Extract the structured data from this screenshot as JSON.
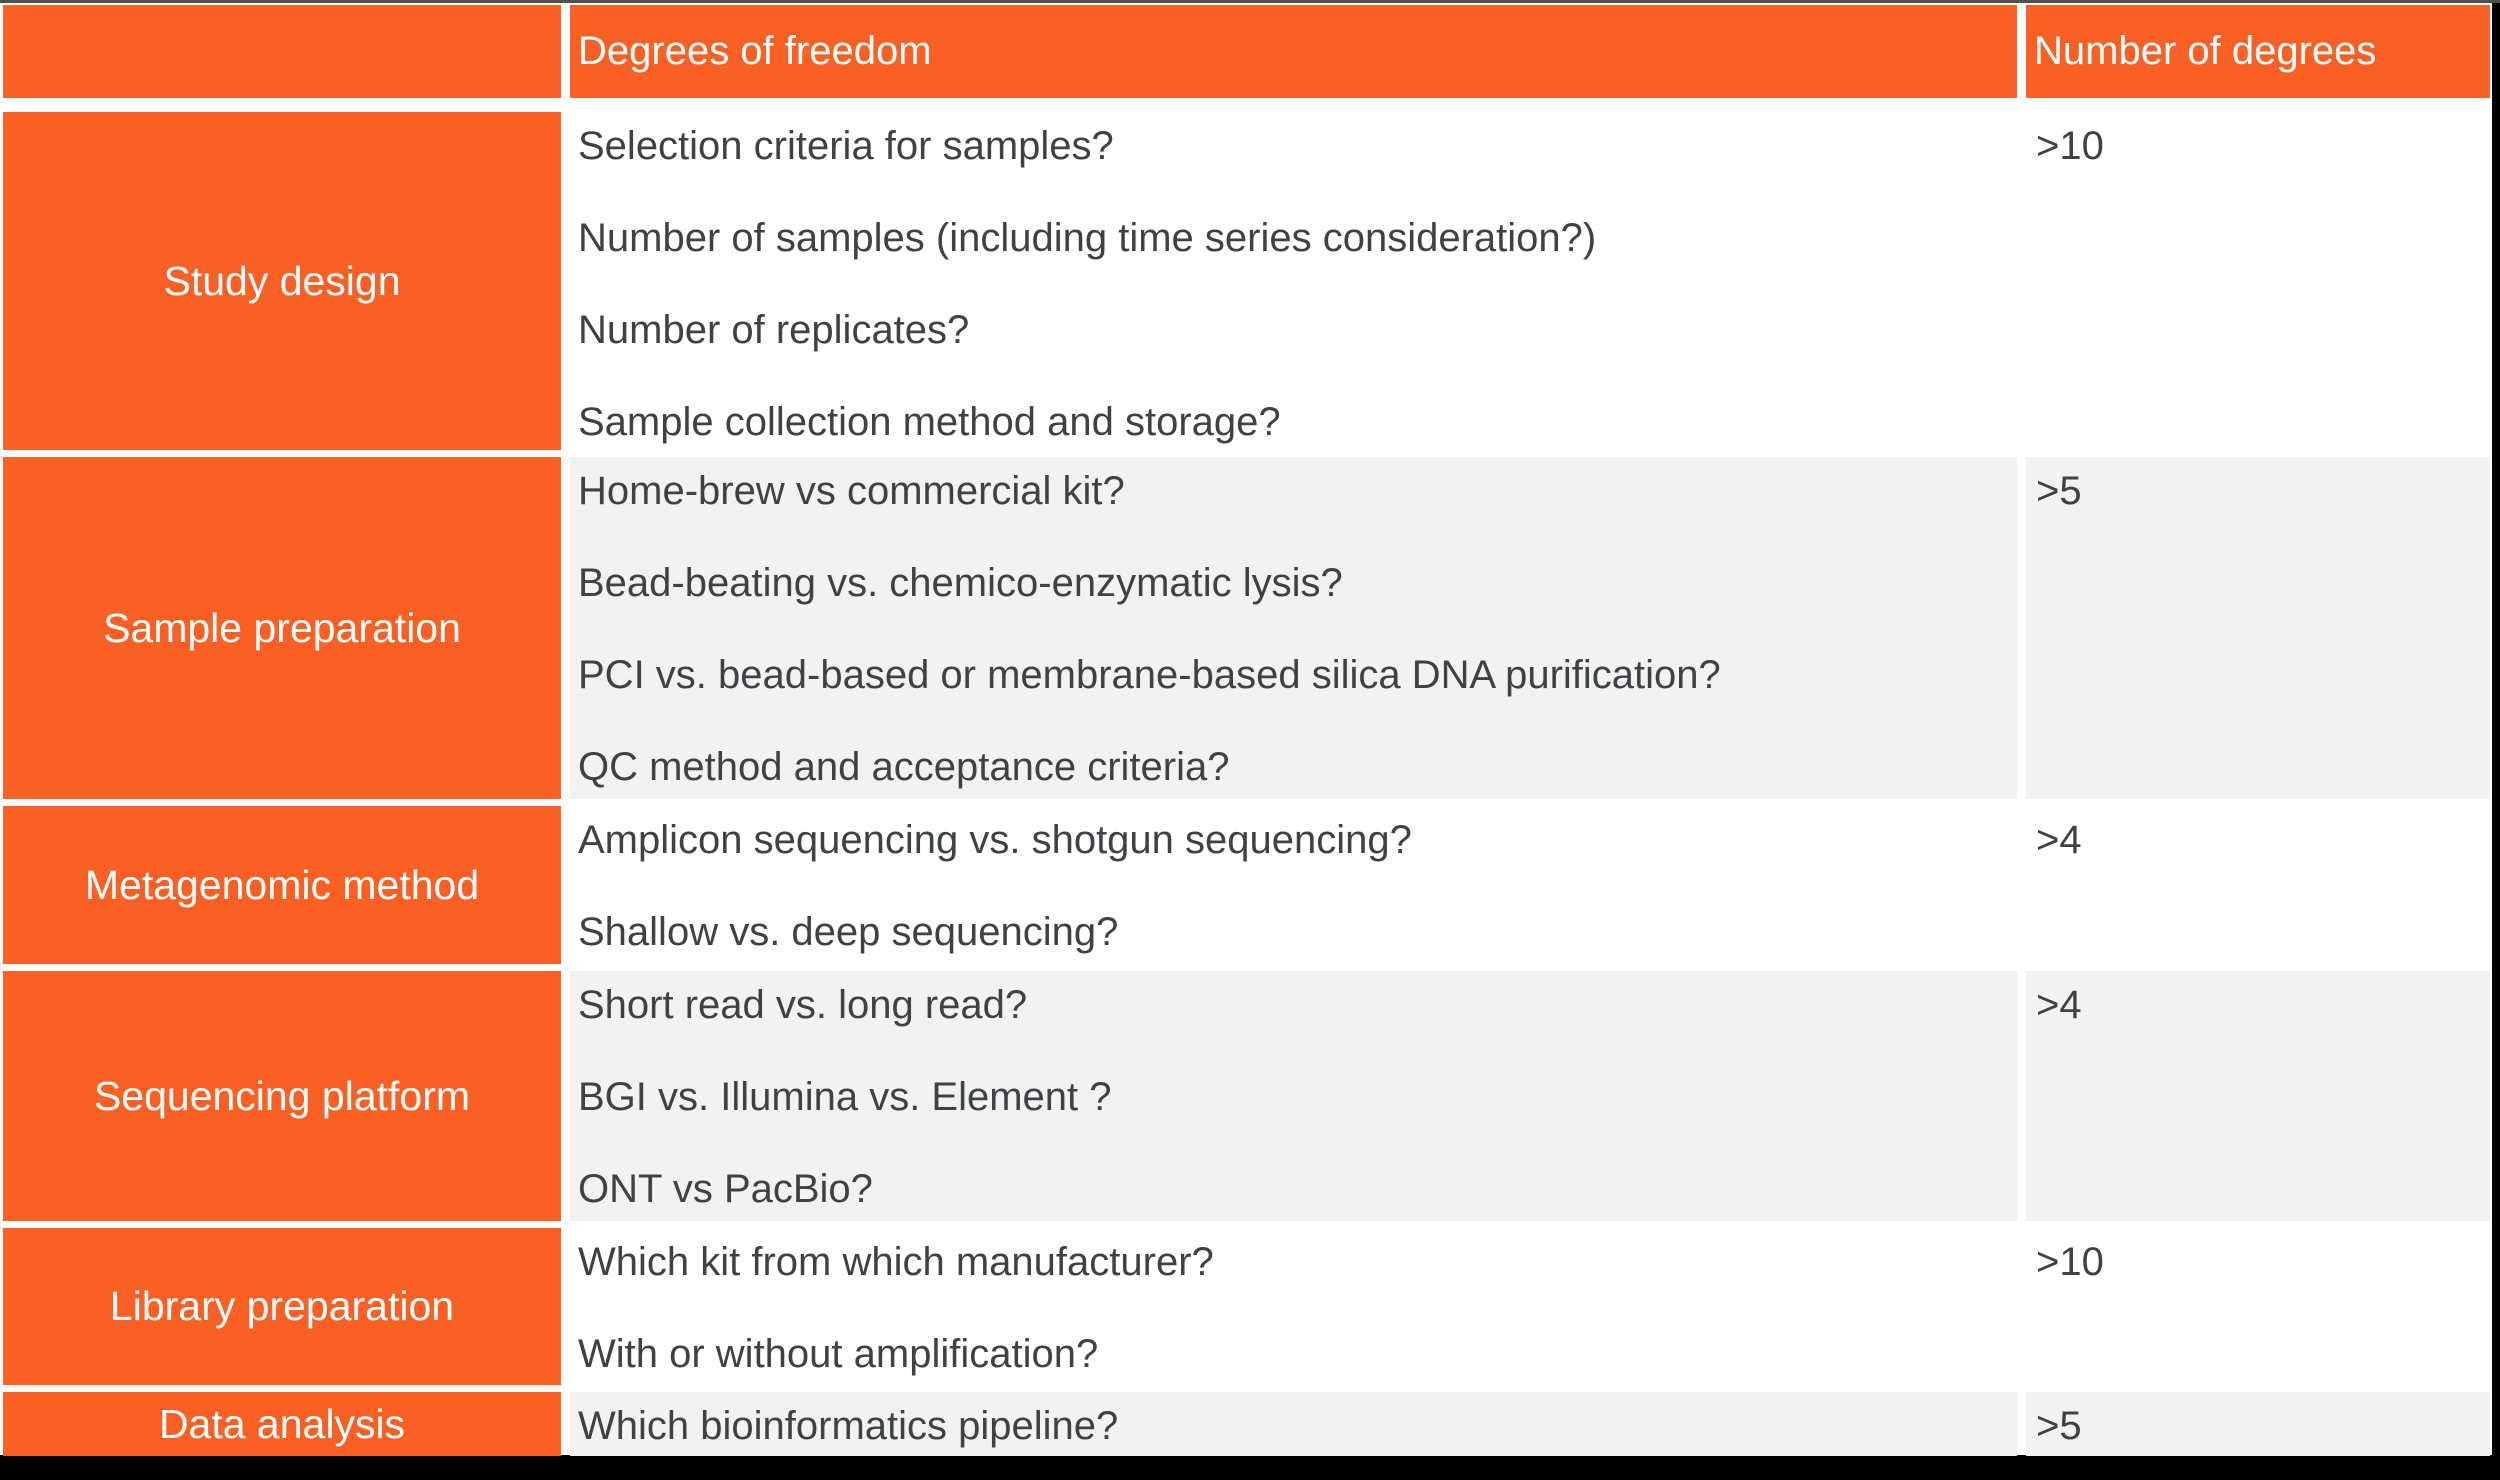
{
  "page": {
    "edge_colors": {
      "top_line": "#4f4f4f",
      "slide_margin": "#000000"
    }
  },
  "table": {
    "accent_color": "#FA6023",
    "alt_row_color": "#F2F2F2",
    "text_color": "#3F4245",
    "header_text_color": "#FFFFFF",
    "header": {
      "empty": "",
      "degrees_of_freedom": "Degrees of freedom",
      "number_of_degrees": "Number of degrees"
    },
    "rows": [
      {
        "label": "Study design",
        "questions": [
          "Selection criteria for samples?",
          "Number of samples (including time series consideration?)",
          "Number of replicates?",
          "Sample collection method and storage?"
        ],
        "degrees": ">10"
      },
      {
        "label": "Sample preparation",
        "questions": [
          "Home-brew vs commercial kit?",
          "Bead-beating vs. chemico-enzymatic lysis?",
          "PCI vs. bead-based or membrane-based silica DNA purification?",
          "QC method and acceptance criteria?"
        ],
        "degrees": ">5"
      },
      {
        "label": "Metagenomic method",
        "questions": [
          "Amplicon sequencing vs. shotgun sequencing?",
          "Shallow vs. deep sequencing?"
        ],
        "degrees": ">4"
      },
      {
        "label": "Sequencing platform",
        "questions": [
          "Short read vs. long read?",
          "BGI vs. Illumina vs. Element ?",
          "ONT vs PacBio?"
        ],
        "degrees": ">4"
      },
      {
        "label": "Library preparation",
        "questions": [
          "Which kit from which manufacturer?",
          "With or without amplification?"
        ],
        "degrees": ">10"
      },
      {
        "label": "Data analysis",
        "questions": [
          "Which bioinformatics pipeline?"
        ],
        "degrees": ">5"
      }
    ]
  }
}
